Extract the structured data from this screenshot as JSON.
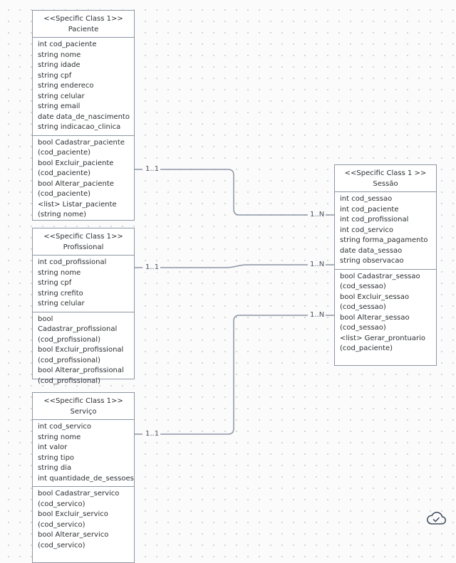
{
  "classes": {
    "paciente": {
      "stereotype": "<<Specific Class 1>>",
      "name": "Paciente",
      "attributes": [
        "int cod_paciente",
        "string nome",
        "string idade",
        "string cpf",
        "string endereco",
        "string celular",
        "string email",
        "date data_de_nascimento",
        "string indicacao_clinica"
      ],
      "methods": [
        "bool Cadastrar_paciente (cod_paciente)",
        "bool Excluir_paciente (cod_paciente)",
        "bool Alterar_paciente (cod_paciente)",
        "<list> Listar_paciente (string nome)"
      ]
    },
    "profissional": {
      "stereotype": "<<Specific Class 1>>",
      "name": "Profissional",
      "attributes": [
        "int cod_profissional",
        "string nome",
        "string cpf",
        "string crefito",
        "string celular"
      ],
      "methods": [
        "bool Cadastrar_profissional (cod_profissional)",
        "bool Excluir_profissional (cod_profissional)",
        "bool Alterar_profissional (cod_profissional)"
      ]
    },
    "servico": {
      "stereotype": "<<Specific Class 1>>",
      "name": "Serviço",
      "attributes": [
        "int cod_servico",
        "string nome",
        "int valor",
        "string tipo",
        "string dia",
        "int quantidade_de_sessoes"
      ],
      "methods": [
        "bool Cadastrar_servico (cod_servico)",
        "bool Excluir_servico (cod_servico)",
        "bool Alterar_servico (cod_servico)"
      ]
    },
    "sessao": {
      "stereotype": "<<Specific Class 1 >>",
      "name": "Sessão",
      "attributes": [
        "int cod_sessao",
        "int cod_paciente",
        "int cod_profissional",
        "int cod_servico",
        "string forma_pagamento",
        "date data_sessao",
        "string observacao"
      ],
      "methods": [
        "bool Cadastrar_sessao (cod_sessao)",
        "bool Excluir_sessao (cod_sessao)",
        "bool Alterar_sessao (cod_sessao)",
        "<list> Gerar_prontuario (cod_paciente)"
      ]
    }
  },
  "relations": [
    {
      "from": "paciente",
      "to": "sessao",
      "from_label": "1..1",
      "to_label": "1..N"
    },
    {
      "from": "profissional",
      "to": "sessao",
      "from_label": "1..1",
      "to_label": "1..N"
    },
    {
      "from": "servico",
      "to": "sessao",
      "from_label": "1..1",
      "to_label": "1..N"
    }
  ],
  "colors": {
    "border": "#8c96a3",
    "line": "#8c96a3",
    "background": "#fbfbfc",
    "icon": "#3d4a5c"
  },
  "icons": {
    "status": "cloud-check-icon"
  }
}
